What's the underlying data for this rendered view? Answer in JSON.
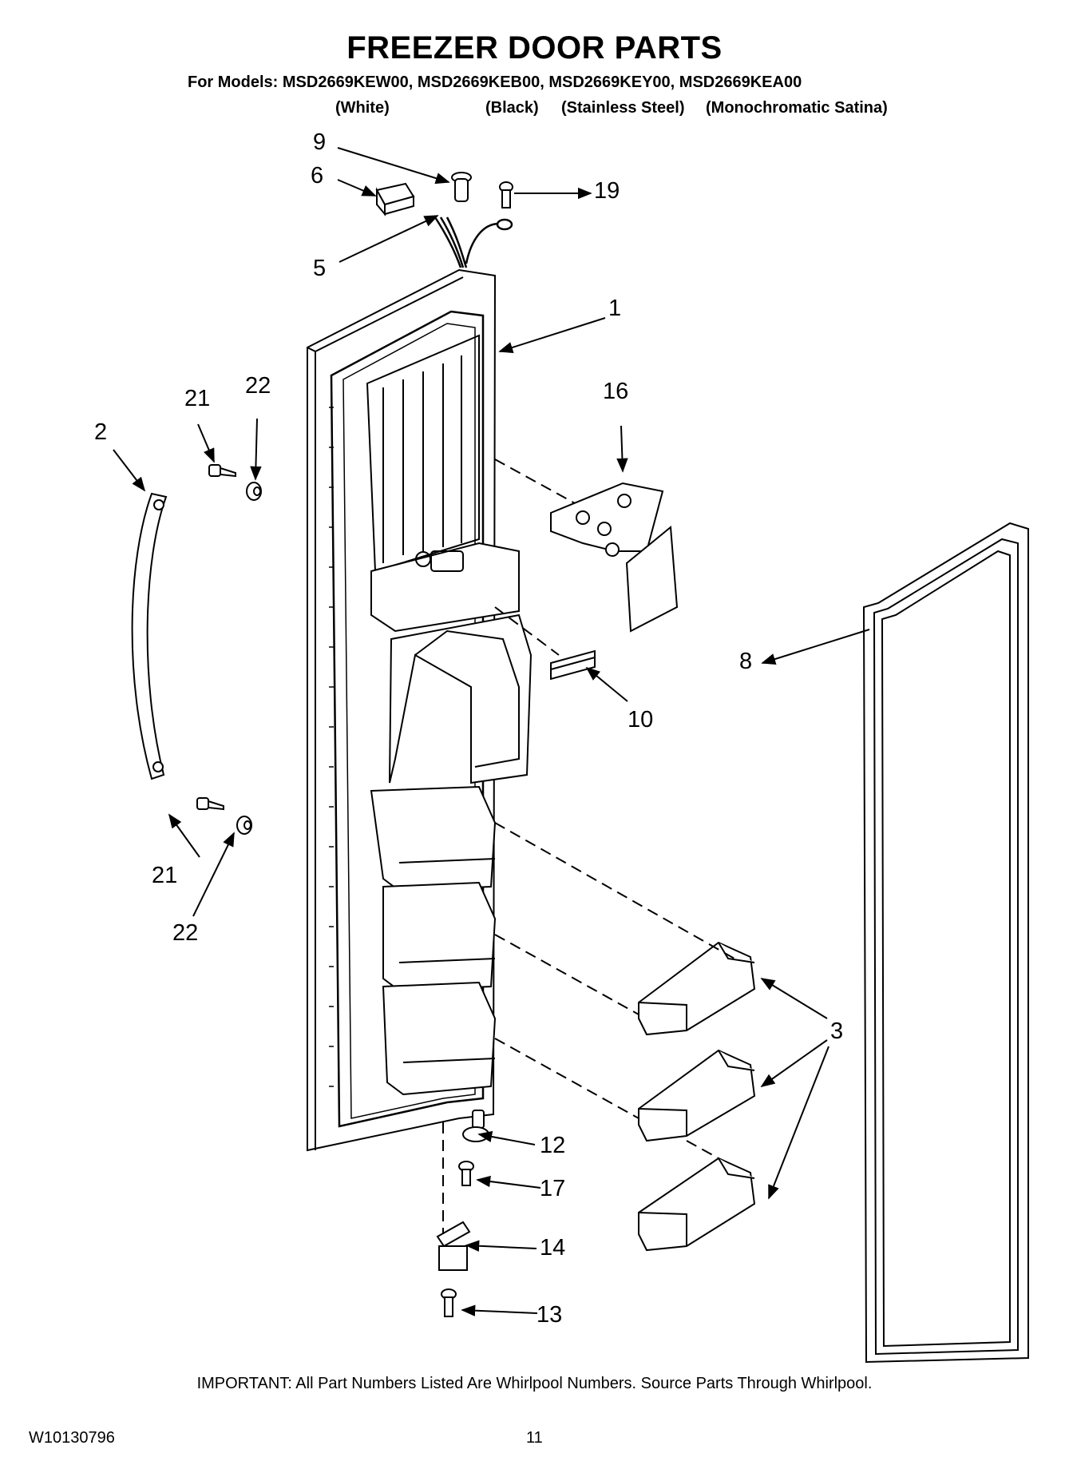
{
  "header": {
    "title": "FREEZER DOOR PARTS",
    "models_line": "For Models: MSD2669KEW00, MSD2669KEB00, MSD2669KEY00, MSD2669KEA00",
    "variants": [
      "(White)",
      "(Black)",
      "(Stainless Steel)",
      "(Monochromatic Satina)"
    ]
  },
  "callouts": {
    "c1": "1",
    "c2": "2",
    "c3": "3",
    "c5": "5",
    "c6": "6",
    "c8": "8",
    "c9": "9",
    "c10": "10",
    "c12": "12",
    "c13": "13",
    "c14": "14",
    "c16": "16",
    "c17": "17",
    "c19": "19",
    "c21a": "21",
    "c22a": "22",
    "c21b": "21",
    "c22b": "22"
  },
  "footer": {
    "note": "IMPORTANT: All Part Numbers Listed Are Whirlpool Numbers. Source Parts Through Whirlpool.",
    "doc_number": "W10130796",
    "page_number": "11"
  }
}
